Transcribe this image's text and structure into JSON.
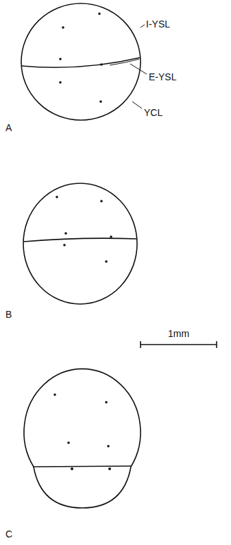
{
  "diagram": {
    "labels": [
      "I-YSL",
      "E-YSL",
      "YCL",
      "A",
      "B",
      "1mm",
      "C"
    ]
  }
}
